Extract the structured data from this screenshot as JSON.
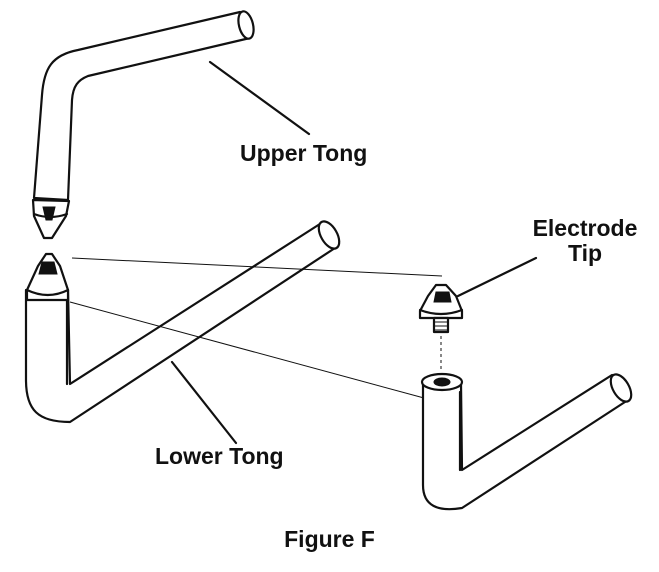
{
  "labels": {
    "upper_tong": "Upper Tong",
    "lower_tong": "Lower Tong",
    "electrode_tip_line1": "Electrode",
    "electrode_tip_line2": "Tip"
  },
  "caption": "Figure F",
  "colors": {
    "line": "#111111",
    "background": "#ffffff"
  }
}
